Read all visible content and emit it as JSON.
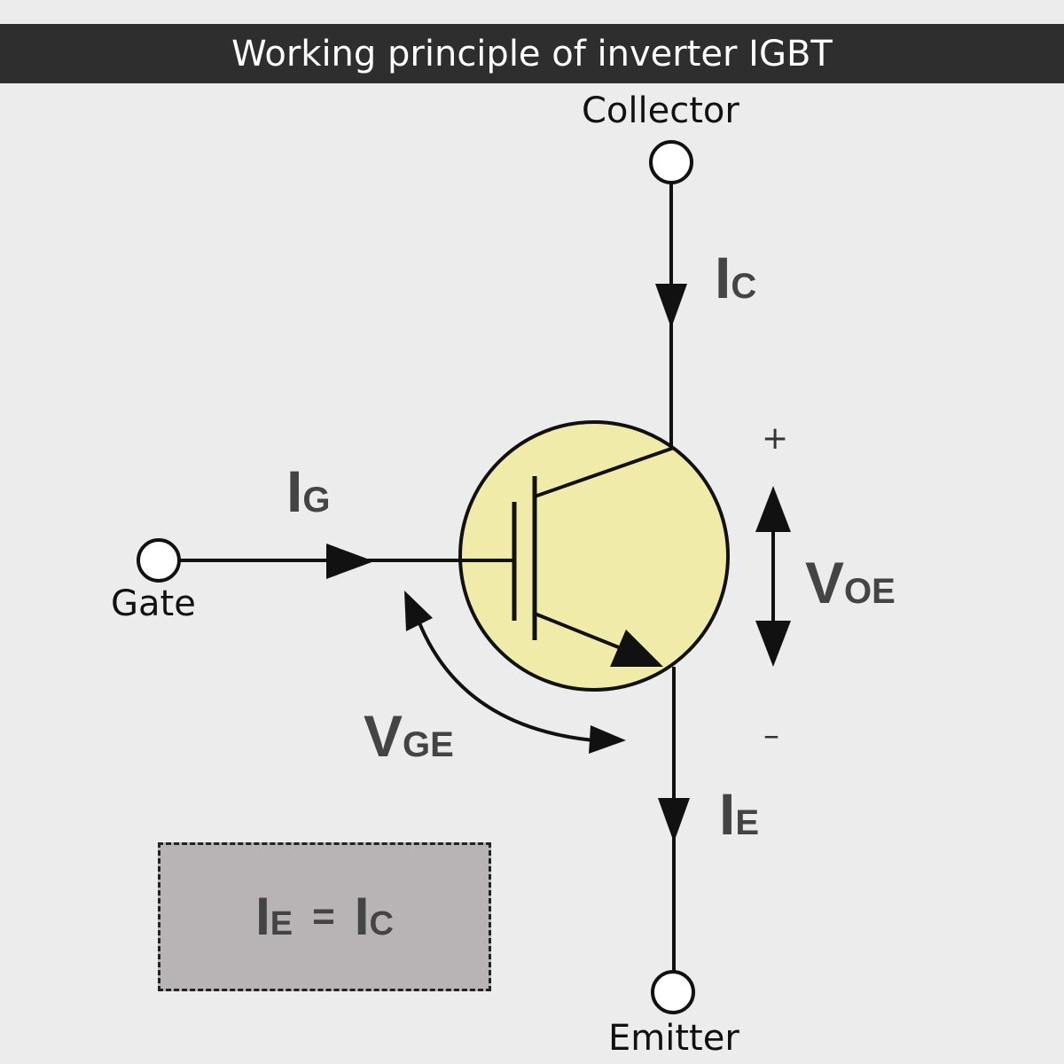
{
  "title": "Working principle of inverter IGBT",
  "terminals": {
    "collector": "Collector",
    "gate": "Gate",
    "emitter": "Emitter"
  },
  "symbols": {
    "ic": {
      "main": "I",
      "sub": "C"
    },
    "ig": {
      "main": "I",
      "sub": "G"
    },
    "ie": {
      "main": "I",
      "sub": "E"
    },
    "voe": {
      "main": "V",
      "sub": "OE"
    },
    "vge": {
      "main": "V",
      "sub": "GE"
    }
  },
  "signs": {
    "plus": "+",
    "minus": "–"
  },
  "formula": {
    "lhs": {
      "main": "I",
      "sub": "E"
    },
    "op": "=",
    "rhs": {
      "main": "I",
      "sub": "C"
    }
  },
  "colors": {
    "title_bar": "#2e2e2e",
    "background": "#ececec",
    "transistor_fill": "#f1eba9",
    "formula_box": "#b8b4b6",
    "wire": "#111111"
  }
}
